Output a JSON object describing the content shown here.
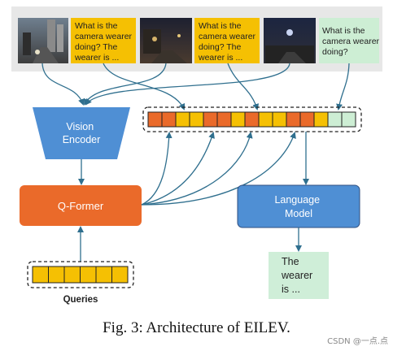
{
  "input_strip": {
    "frames": [
      {
        "scene": "city street",
        "text": [
          "What is the",
          "camera wearer",
          "doing? The",
          "wearer is ..."
        ]
      },
      {
        "scene": "dark street",
        "text": [
          "What is the",
          "camera wearer",
          "doing? The",
          "wearer is ..."
        ]
      },
      {
        "scene": "night sky",
        "text": [
          "What is the",
          "camera wearer",
          "doing?"
        ]
      }
    ]
  },
  "nodes": {
    "vision_encoder": [
      "Vision",
      "Encoder"
    ],
    "qformer": "Q-Former",
    "language_model": [
      "Language",
      "Model"
    ],
    "output": [
      "The",
      "wearer",
      "is ..."
    ],
    "queries_label": "Queries"
  },
  "sequence": {
    "colors": [
      "orange",
      "orange",
      "yellow",
      "yellow",
      "orange",
      "orange",
      "yellow",
      "orange",
      "yellow",
      "yellow",
      "orange",
      "orange",
      "yellow",
      "green",
      "green"
    ]
  },
  "queries": {
    "count": 6
  },
  "caption": "Fig. 3: Architecture of EILEV.",
  "watermark": "CSDN @一点.点",
  "colors": {
    "strip_bg": "#e7e7e7",
    "yellow": "#f5c003",
    "orange": "#ea6a2a",
    "green": "#cdeed4",
    "blue": "#4f8fd4",
    "arrow": "#2f6f8e",
    "output_bg": "#cfeed8"
  }
}
